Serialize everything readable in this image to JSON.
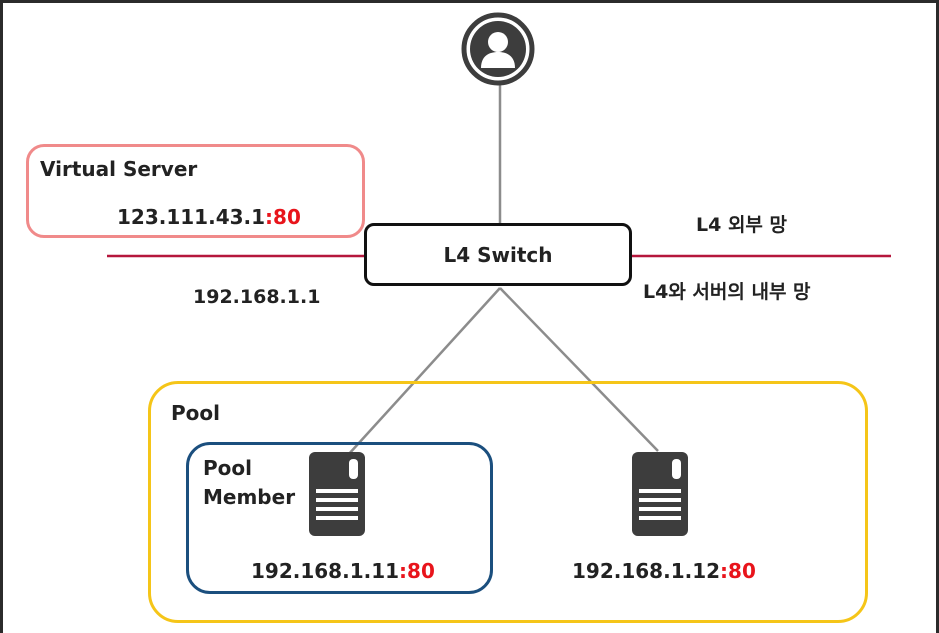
{
  "virtual_server": {
    "title": "Virtual Server",
    "ip": "123.111.43.1",
    "port": ":80"
  },
  "switch": {
    "label": "L4 Switch"
  },
  "switch_ip": "192.168.1.1",
  "networks": {
    "external": "L4 외부 망",
    "internal": "L4와 서버의 내부 망"
  },
  "pool": {
    "label": "Pool"
  },
  "pool_member": {
    "label_line1": "Pool",
    "label_line2": "Member"
  },
  "servers": [
    {
      "ip": "192.168.1.11",
      "port": ":80"
    },
    {
      "ip": "192.168.1.12",
      "port": ":80"
    }
  ],
  "icons": [
    "user-icon",
    "server-icon"
  ],
  "colors": {
    "virtual_server_border": "#f08a8a",
    "network_line": "#b5163c",
    "pool_border": "#f5c518",
    "pool_member_border": "#1b4f7e",
    "port_text": "#e8141b",
    "icon": "#3d3d3d",
    "link": "#8c8c8c"
  }
}
